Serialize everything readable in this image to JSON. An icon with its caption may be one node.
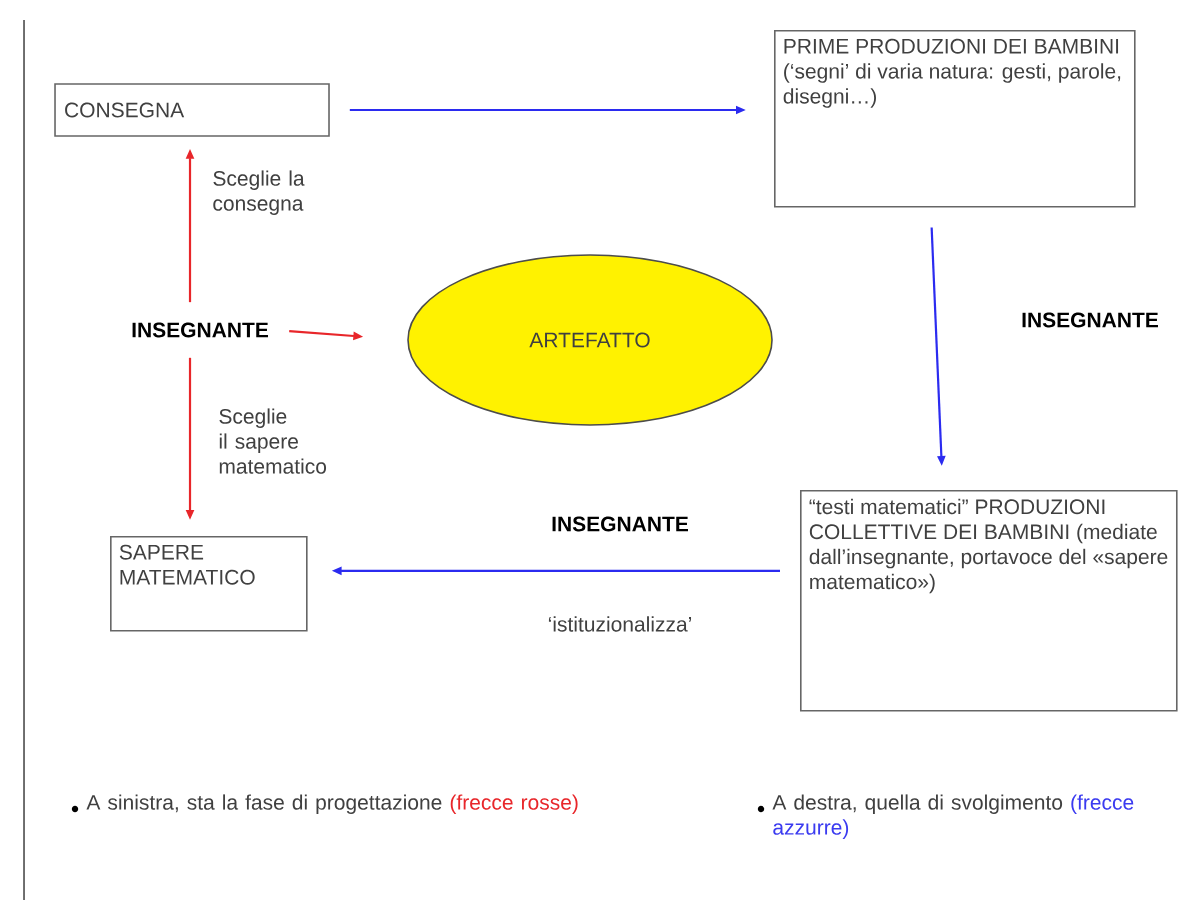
{
  "diagram": {
    "nodes": [
      {
        "text": [
          "CONSEGNA"
        ]
      },
      {
        "text": [
          "PRIME PRODUZIONI DEI BAMBINI (‘segni’ di varia natura: gesti, parole, disegni…)"
        ]
      },
      {
        "text": [
          "INSEGNANTE"
        ]
      },
      {
        "text": [
          "ARTEFATTO"
        ]
      },
      {
        "text": [
          "SAPERE MATEMATICO"
        ]
      },
      {
        "text": [
          "“testi matematici” PRODUZIONI COLLETTIVE DEI BAMBINI (mediate dall’insegnante, portavoce del «sapere matematico»)"
        ]
      }
    ],
    "edges": [
      {
        "from": 0,
        "to": 1,
        "arrow": "to",
        "color": "#2b2bf0"
      },
      {
        "from": 1,
        "to": 5,
        "arrow": "to",
        "label": "INSEGNANTE",
        "color": "#2b2bf0"
      },
      {
        "from": 5,
        "to": 4,
        "arrow": "to",
        "label": "INSEGNANTE",
        "color": "#2b2bf0"
      },
      {
        "from": 2,
        "to": 0,
        "arrow": "to",
        "label": "Sceglie la consegna",
        "color": "#e8262a"
      },
      {
        "from": 2,
        "to": 4,
        "arrow": "to",
        "label": "Sceglie il sapere matematico",
        "color": "#e8262a"
      },
      {
        "from": 2,
        "to": 3,
        "arrow": "to",
        "color": "#e8262a"
      }
    ],
    "labels": [
      "‘istituzionalizza’",
      "A sinistra, sta la fase di progettazione",
      "(frecce rosse)",
      "A destra, quella di svolgimento",
      "(frecce azzurre)"
    ]
  }
}
